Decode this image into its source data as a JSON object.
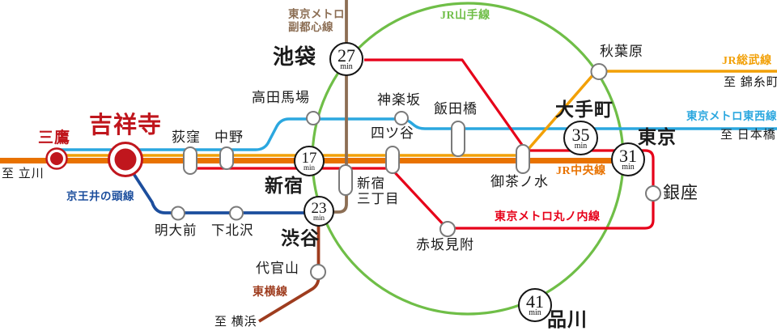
{
  "colors": {
    "lines": {
      "yamanote": "#6fbe47",
      "chuo": "#e87200",
      "sobu": "#f2a007",
      "tozai": "#2ba7df",
      "marunouchi": "#e60019",
      "keio": "#1c4e9d",
      "fukutoshin": "#8c6e54",
      "toyoko": "#9e3c1e"
    },
    "station_red": "#c0161d",
    "marker_border": "#7a7a7a",
    "text": "#1a1a1a"
  },
  "stations": {
    "mitaka": "三鷹",
    "kichijoji": "吉祥寺",
    "ogikubo": "荻窪",
    "nakano": "中野",
    "shinjuku": "新宿",
    "shibuya": "渋谷",
    "ikebukuro": "池袋",
    "takadanobaba": "高田馬場",
    "kagurazaka": "神楽坂",
    "iidabashi": "飯田橋",
    "yotsuya": "四ツ谷",
    "shinjuku_sanchome_l1": "新宿",
    "shinjuku_sanchome_l2": "三丁目",
    "meidaimae": "明大前",
    "shimokitazawa": "下北沢",
    "akasaka_mitsuke": "赤坂見附",
    "daikanyama": "代官山",
    "ochanomizu": "御茶ノ水",
    "akihabara": "秋葉原",
    "otemachi": "大手町",
    "tokyo": "東京",
    "ginza": "銀座",
    "shinagawa": "品川"
  },
  "destinations": {
    "tachikawa": "至 立川",
    "yokohama": "至 横浜",
    "kinshicho": "至 錦糸町",
    "nihombashi": "至 日本橋"
  },
  "line_labels": {
    "yamanote": "JR山手線",
    "chuo": "JR中央線",
    "sobu": "JR総武線",
    "tozai": "東京メトロ東西線",
    "marunouchi": "東京メトロ丸ノ内線",
    "keio": "京王井の頭線",
    "fukutoshin_l1": "東京メトロ",
    "fukutoshin_l2": "副都心線",
    "toyoko": "東横線"
  },
  "travel_times": {
    "unit": "min",
    "shinjuku": "17",
    "shibuya": "23",
    "ikebukuro": "27",
    "otemachi": "35",
    "tokyo": "31",
    "shinagawa": "41"
  }
}
